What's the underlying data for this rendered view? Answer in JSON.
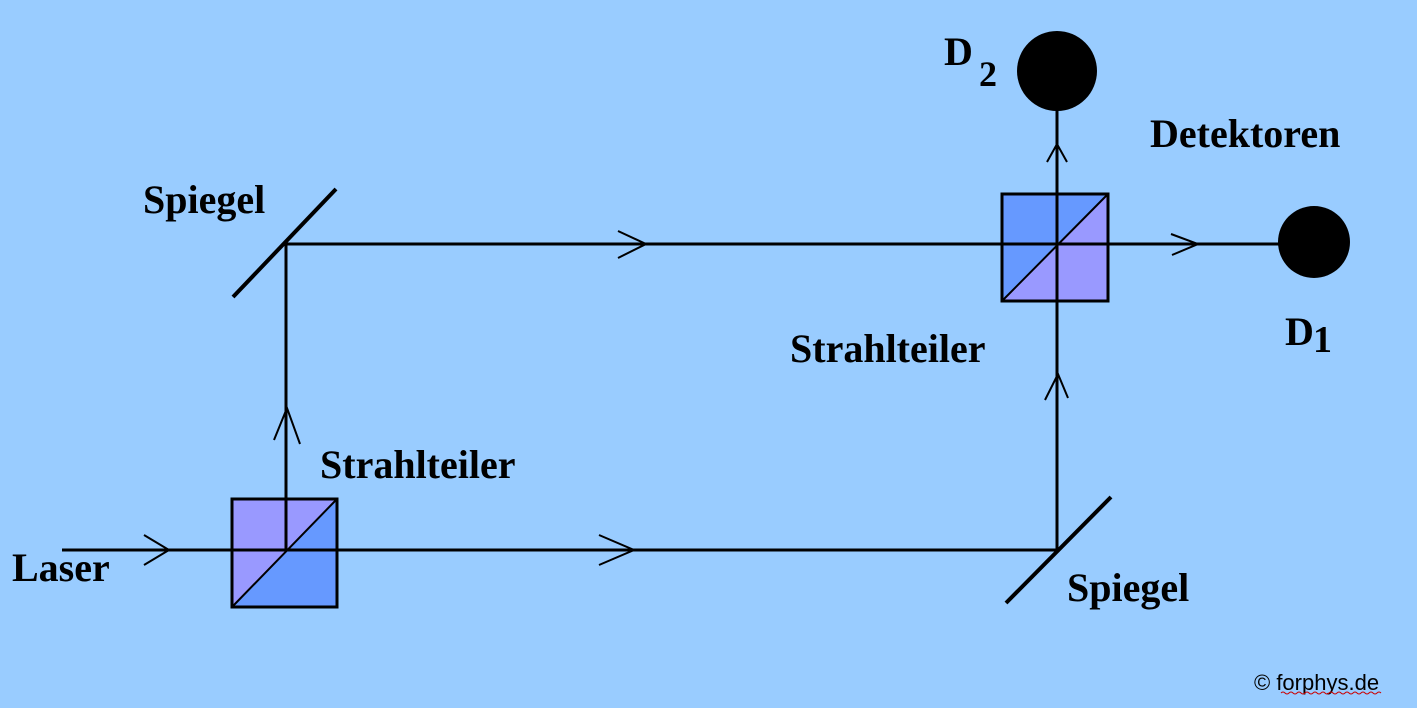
{
  "colors": {
    "background": "#99ccff",
    "splitter_light": "#9999ff",
    "splitter_dark": "#6699ff",
    "line": "#000000",
    "detector": "#000000",
    "spellcheck_underline": "#cc0000"
  },
  "labels": {
    "laser": "Laser",
    "splitter_in": "Strahlteiler",
    "splitter_out": "Strahlteiler",
    "mirror_top": "Spiegel",
    "mirror_bottom": "Spiegel",
    "detectors": "Detektoren",
    "d1_main": "D",
    "d1_sub": "1",
    "d2_main": "D",
    "d2_sub": "2"
  },
  "copyright": "© forphys.de",
  "components": [
    {
      "id": "laser",
      "type": "source"
    },
    {
      "id": "splitter-in",
      "type": "beam-splitter"
    },
    {
      "id": "mirror-top",
      "type": "mirror"
    },
    {
      "id": "mirror-bottom",
      "type": "mirror"
    },
    {
      "id": "splitter-out",
      "type": "beam-splitter"
    },
    {
      "id": "detector-d1",
      "type": "detector"
    },
    {
      "id": "detector-d2",
      "type": "detector"
    }
  ]
}
